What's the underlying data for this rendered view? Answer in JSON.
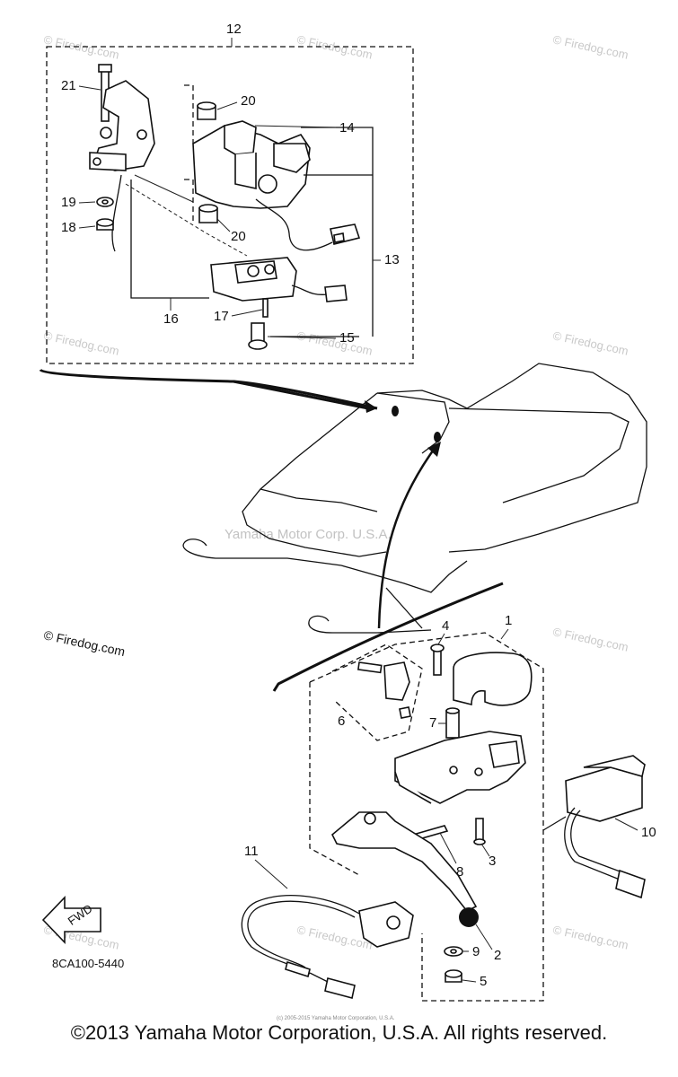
{
  "callouts": {
    "n1": "1",
    "n2": "2",
    "n3": "3",
    "n4": "4",
    "n5": "5",
    "n6": "6",
    "n7": "7",
    "n8": "8",
    "n9": "9",
    "n10": "10",
    "n11": "11",
    "n12": "12",
    "n13": "13",
    "n14": "14",
    "n15": "15",
    "n16": "16",
    "n17": "17",
    "n18": "18",
    "n19": "19",
    "n20a": "20",
    "n20b": "20",
    "n21": "21"
  },
  "watermark_text": "© Firedog.com",
  "center_watermark": "Yamaha Motor Corp. U.S.A.",
  "drawing_code": "8CA100-5440",
  "fwd_label": "FWD",
  "fine_print": "(c) 2005-2015 Yamaha Motor Corporation, U.S.A.",
  "footer_copyright": "©2013 Yamaha Motor Corporation, U.S.A. All rights reserved."
}
